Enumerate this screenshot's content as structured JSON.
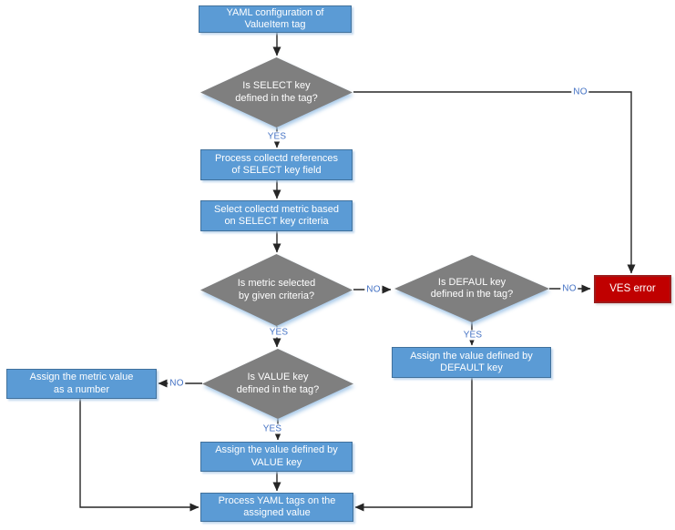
{
  "colors": {
    "process_fill": "#5B9BD5",
    "process_border": "#41719C",
    "decision_fill": "#7F7F7F",
    "error_fill": "#C00000",
    "error_border": "#9C1C1C",
    "node_text": "#FFFFFF",
    "edge_label": "#4472C4",
    "connector": "#262626"
  },
  "diagram": {
    "nodes": {
      "yaml_config": {
        "type": "process",
        "lines": [
          "YAML configuration of",
          "ValueItem tag"
        ]
      },
      "select_key_decision": {
        "type": "decision",
        "lines": [
          "Is SELECT key",
          "defined in the tag?"
        ]
      },
      "process_references": {
        "type": "process",
        "lines": [
          "Process collectd references",
          "of SELECT key field"
        ]
      },
      "select_metric": {
        "type": "process",
        "lines": [
          "Select collectd metric based",
          "on SELECT key criteria"
        ]
      },
      "metric_selected_decision": {
        "type": "decision",
        "lines": [
          "Is metric selected",
          "by given criteria?"
        ]
      },
      "default_key_decision": {
        "type": "decision",
        "lines": [
          "Is DEFAUL key",
          "defined in the tag?"
        ]
      },
      "ves_error": {
        "type": "error",
        "lines": [
          "VES error"
        ]
      },
      "assign_default": {
        "type": "process",
        "lines": [
          "Assign the value defined by",
          "DEFAULT key"
        ]
      },
      "value_key_decision": {
        "type": "decision",
        "lines": [
          "Is VALUE key",
          "defined in the tag?"
        ]
      },
      "assign_metric_number": {
        "type": "process",
        "lines": [
          "Assign the metric value",
          "as a number"
        ]
      },
      "assign_value_key": {
        "type": "process",
        "lines": [
          "Assign the value defined by",
          "VALUE key"
        ]
      },
      "process_yaml_tags": {
        "type": "process",
        "lines": [
          "Process YAML tags on the",
          "assigned value"
        ]
      }
    },
    "edge_labels": {
      "select_yes": "YES",
      "select_no": "NO",
      "metric_yes": "YES",
      "metric_no": "NO",
      "default_yes": "YES",
      "default_no": "NO",
      "value_yes": "YES",
      "value_no": "NO"
    }
  }
}
